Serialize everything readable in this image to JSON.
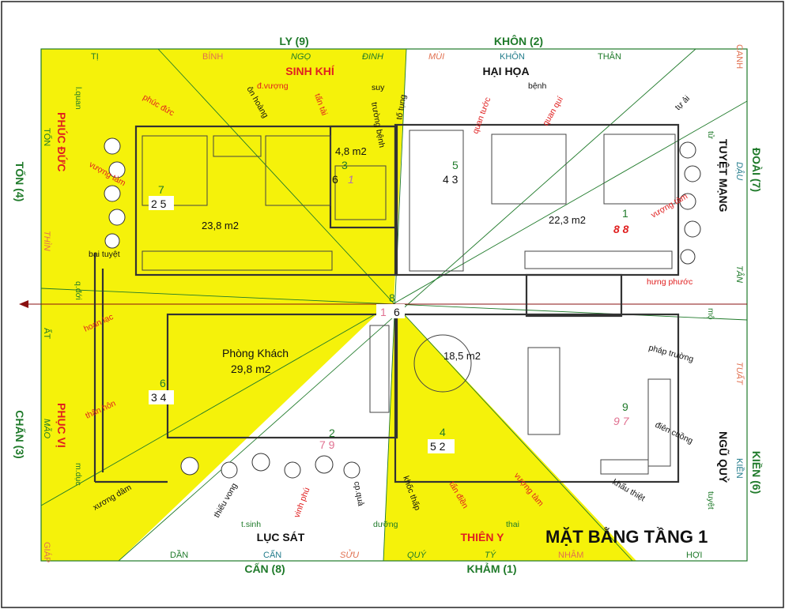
{
  "title": "MẶT BẰNG TẦNG 1",
  "colors": {
    "yellow": "#f5f20a",
    "green": "#1f7a2a",
    "red": "#e02020",
    "dark": "#111111",
    "orange": "#e07050",
    "wall": "#333333"
  },
  "directions": {
    "top": "LY (9)",
    "top_right": "KHÔN (2)",
    "right_top": "ĐOÀI (7)",
    "right_bottom": "KIỀN (6)",
    "bottom_right": "KHẢM (1)",
    "bottom_left": "CẤN (8)",
    "left_bottom": "CHẤN (3)",
    "left_top": "TỐN (4)"
  },
  "zones": {
    "sinh_khi": "SINH KHÍ",
    "hai_hoa": "HẠI HỌA",
    "tuyet_mang": "TUYỆT MẠNG",
    "ngu_quy": "NGŨ QUỶ",
    "thien_y": "THIÊN Y",
    "luc_sat": "LỤC SÁT",
    "phuc_vi": "PHỤC VỊ",
    "phuc_duc": "PHÚC ĐỨC"
  },
  "mountains": {
    "top": [
      "TỊ",
      "BÍNH",
      "NGỌ",
      "ĐINH",
      "MÙI",
      "KHÔN",
      "THÂN",
      "CANH"
    ],
    "bottom": [
      "DẦN",
      "CẤN",
      "SỬU",
      "QUÝ",
      "TÝ",
      "NHÂM",
      "HỢI"
    ],
    "left": [
      "TỐN",
      "THÌN",
      "ẤT",
      "MÃO",
      "GIÁP"
    ],
    "right": [
      "DẬU",
      "TÂN",
      "TUẤT",
      "KIỀN"
    ]
  },
  "rooms": [
    {
      "area": "23,8 m2"
    },
    {
      "area": "4,8 m2"
    },
    {
      "area": "22,3 m2"
    },
    {
      "area": "18,5 m2"
    },
    {
      "name": "Phòng Khách",
      "area": "29,8 m2"
    }
  ],
  "flying_stars": {
    "r1": {
      "mid": "7",
      "pair": "2 5"
    },
    "r2": {
      "mid": "3",
      "a": "6",
      "b": "1"
    },
    "r3": {
      "mid": "5",
      "pair": "4 3"
    },
    "r4": {
      "mid": "1",
      "pair": "8 8"
    },
    "r5": {
      "mid": "8",
      "a": "1",
      "b": "6"
    },
    "r6": {
      "mid": "6",
      "pair": "3 4"
    },
    "r7": {
      "mid": "2",
      "pair": "7 9"
    },
    "r8": {
      "mid": "4",
      "pair": "5 2"
    },
    "r9": {
      "mid": "9",
      "pair": "9 7"
    }
  },
  "stars": {
    "phuc_duc": "phúc đức",
    "on_hoang": "ôn hoàng",
    "tan_tai": "tấn tài",
    "d_vuong": "đ.vượng",
    "suy": "suy",
    "truong_benh": "trường bệnh",
    "to_tung": "tố tụng",
    "quan_tuoc": "quan tước",
    "quan_qui": "quan quí",
    "benh": "bệnh",
    "tu_ai": "tự ải",
    "tu": "tử",
    "vuong_tam_tr": "vượng tàm",
    "hung_phuoc": "hưng phước",
    "vuong_tam_l": "vượng tàm",
    "l_quan": "l.quan",
    "bai_tuyet": "bại tuyệt",
    "q_doi": "q.đới",
    "hoan_lac": "hoan lạc",
    "than_hon": "thân hôn",
    "m_duc": "m.dục",
    "xuong_dam": "xương dâm",
    "thieu_vong": "thiếu vong",
    "vinh_phu": "vinh phú",
    "cp_qua": "cp.quả",
    "t_sinh": "t.sinh",
    "duong": "dưỡng",
    "khoc_thap": "khốc thấp",
    "tan_dien": "tấn điền",
    "vuong_tam_b": "vượng tàm",
    "thai": "thai",
    "khau_thiet": "khẩu thiệt",
    "dien_cuong": "điên cuồng",
    "phap_truong": "pháp trường",
    "mo": "mộ",
    "tuyet": "tuyệt"
  }
}
